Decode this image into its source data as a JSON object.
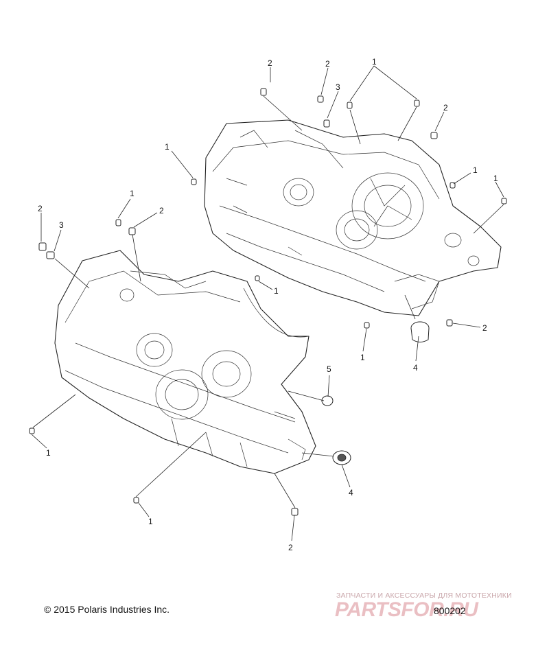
{
  "diagram": {
    "callouts": [
      {
        "id": "c1",
        "text": "2"
      },
      {
        "id": "c2",
        "text": "2"
      },
      {
        "id": "c3",
        "text": "3"
      },
      {
        "id": "c4",
        "text": "1"
      },
      {
        "id": "c5",
        "text": "2"
      },
      {
        "id": "c6",
        "text": "1"
      },
      {
        "id": "c7",
        "text": "1"
      },
      {
        "id": "c8",
        "text": "1"
      },
      {
        "id": "c9",
        "text": "2"
      },
      {
        "id": "c10",
        "text": "3"
      },
      {
        "id": "c11",
        "text": "1"
      },
      {
        "id": "c12",
        "text": "2"
      },
      {
        "id": "c13",
        "text": "1"
      },
      {
        "id": "c14",
        "text": "1"
      },
      {
        "id": "c15",
        "text": "2"
      },
      {
        "id": "c16",
        "text": "4"
      },
      {
        "id": "c17",
        "text": "5"
      },
      {
        "id": "c18",
        "text": "1"
      },
      {
        "id": "c19",
        "text": "4"
      },
      {
        "id": "c20",
        "text": "1"
      },
      {
        "id": "c21",
        "text": "2"
      }
    ]
  },
  "footer": {
    "copyright": "© 2015 Polaris Industries Inc.",
    "figure_number": "800202"
  },
  "watermark": {
    "caption": "ЗАПЧАСТИ И АКСЕССУАРЫ ДЛЯ МОТОТЕХНИКИ",
    "logo": "PARTSFOR.RU"
  }
}
